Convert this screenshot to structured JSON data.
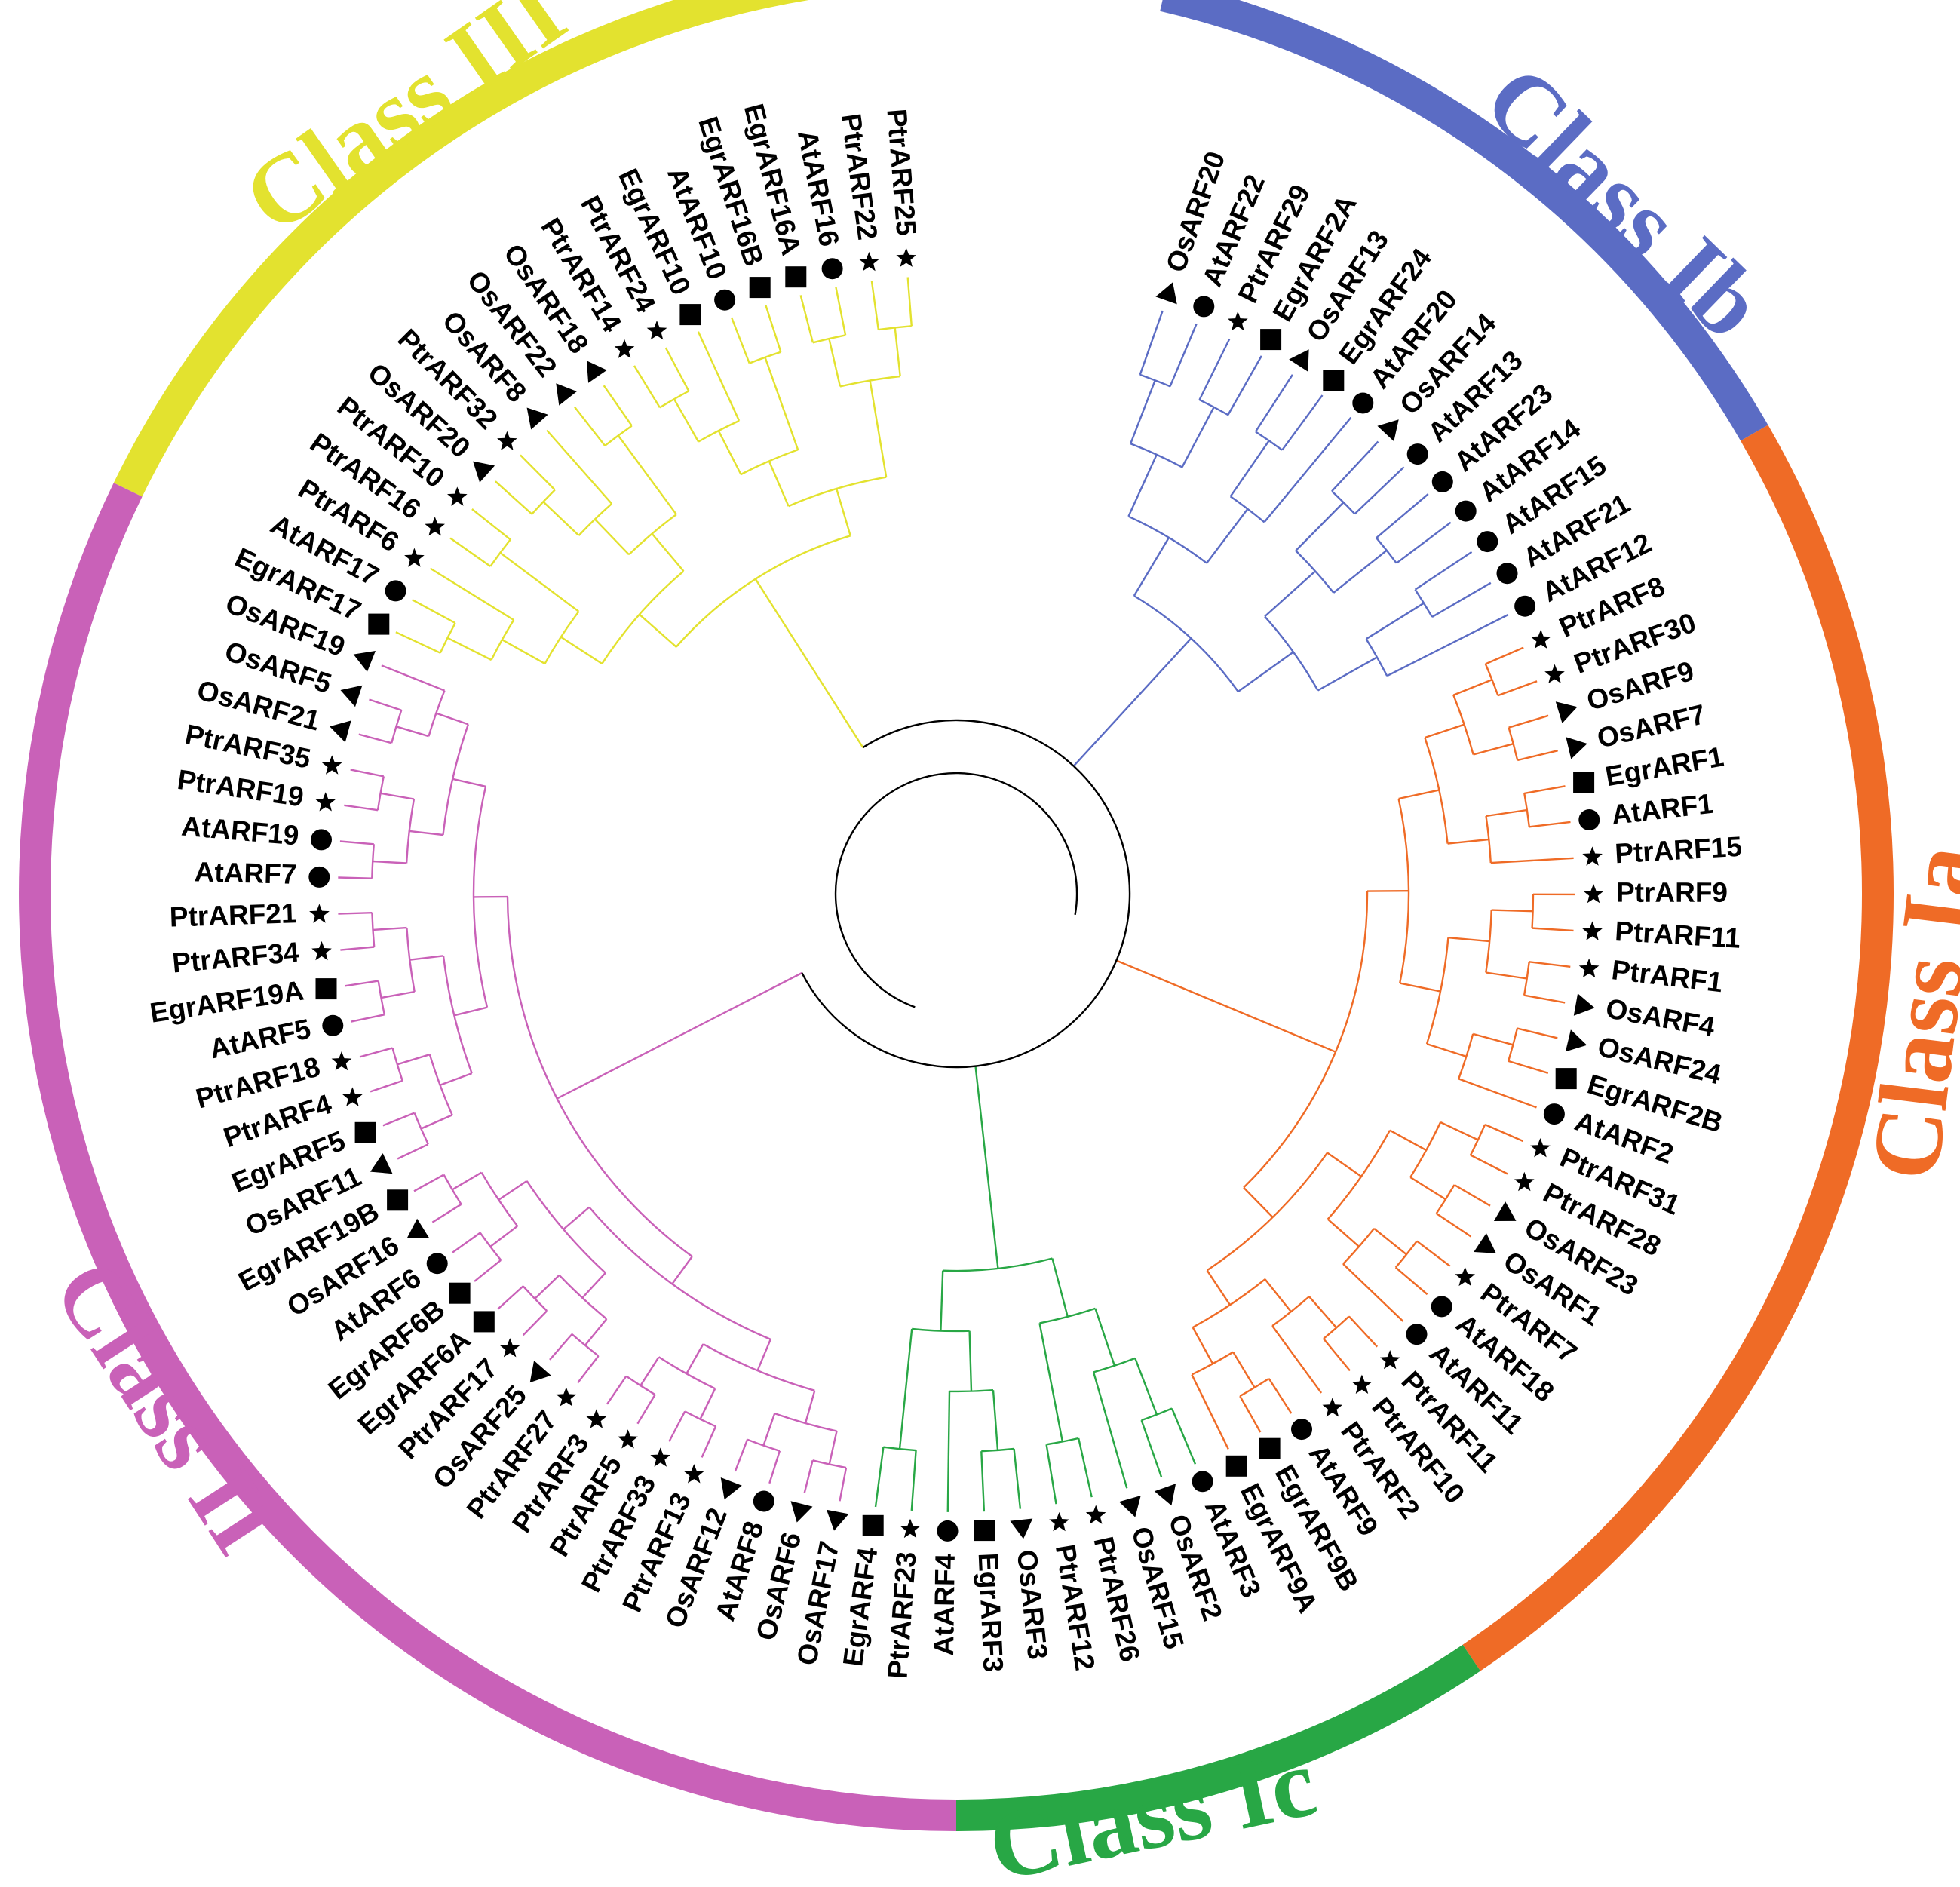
{
  "classes": [
    {
      "id": "ib",
      "label": "Class Ib",
      "color": "#5b6cc4"
    },
    {
      "id": "ia",
      "label": "Class Ia",
      "color": "#ef6b26"
    },
    {
      "id": "ic",
      "label": "Class Ic",
      "color": "#28a745"
    },
    {
      "id": "ii",
      "label": "Class II",
      "color": "#c961b8"
    },
    {
      "id": "iii",
      "label": "Class III",
      "color": "#e3e22f"
    }
  ],
  "marker_legend": {
    "Os": "triangle",
    "At": "circle",
    "Ptr": "star",
    "Egr": "square"
  },
  "leaves": [
    {
      "name": "OsARF20",
      "cls": "ib"
    },
    {
      "name": "AtARF22",
      "cls": "ib"
    },
    {
      "name": "PtrARF29",
      "cls": "ib"
    },
    {
      "name": "EgrARF2A",
      "cls": "ib"
    },
    {
      "name": "OsARF13",
      "cls": "ib"
    },
    {
      "name": "EgrARF24",
      "cls": "ib"
    },
    {
      "name": "AtARF20",
      "cls": "ib"
    },
    {
      "name": "OsARF14",
      "cls": "ib"
    },
    {
      "name": "AtARF13",
      "cls": "ib"
    },
    {
      "name": "AtARF23",
      "cls": "ib"
    },
    {
      "name": "AtARF14",
      "cls": "ib"
    },
    {
      "name": "AtARF15",
      "cls": "ib"
    },
    {
      "name": "AtARF21",
      "cls": "ib"
    },
    {
      "name": "AtARF12",
      "cls": "ib"
    },
    {
      "name": "PtrARF8",
      "cls": "ia"
    },
    {
      "name": "PtrARF30",
      "cls": "ia"
    },
    {
      "name": "OsARF9",
      "cls": "ia"
    },
    {
      "name": "OsARF7",
      "cls": "ia"
    },
    {
      "name": "EgrARF1",
      "cls": "ia"
    },
    {
      "name": "AtARF1",
      "cls": "ia"
    },
    {
      "name": "PtrARF15",
      "cls": "ia"
    },
    {
      "name": "PtrARF9",
      "cls": "ia"
    },
    {
      "name": "PtrARF11",
      "cls": "ia"
    },
    {
      "name": "PtrARF1",
      "cls": "ia"
    },
    {
      "name": "OsARF4",
      "cls": "ia"
    },
    {
      "name": "OsARF24",
      "cls": "ia"
    },
    {
      "name": "EgrARF2B",
      "cls": "ia"
    },
    {
      "name": "AtARF2",
      "cls": "ia"
    },
    {
      "name": "PtrARF31",
      "cls": "ia"
    },
    {
      "name": "PtrARF28",
      "cls": "ia"
    },
    {
      "name": "OsARF23",
      "cls": "ia"
    },
    {
      "name": "OsARF1",
      "cls": "ia"
    },
    {
      "name": "PtrARF7",
      "cls": "ia"
    },
    {
      "name": "AtARF18",
      "cls": "ia"
    },
    {
      "name": "AtARF11",
      "cls": "ia"
    },
    {
      "name": "PtrARF11",
      "cls": "ia"
    },
    {
      "name": "PtrARF10",
      "cls": "ia"
    },
    {
      "name": "PtrARF2",
      "cls": "ia"
    },
    {
      "name": "AtARF9",
      "cls": "ia"
    },
    {
      "name": "EgrARF9B",
      "cls": "ia"
    },
    {
      "name": "EgrARF9A",
      "cls": "ia"
    },
    {
      "name": "AtARF3",
      "cls": "ic"
    },
    {
      "name": "OsARF2",
      "cls": "ic"
    },
    {
      "name": "OsARF15",
      "cls": "ic"
    },
    {
      "name": "PtrARF26",
      "cls": "ic"
    },
    {
      "name": "PtrARF12",
      "cls": "ic"
    },
    {
      "name": "OsARF3",
      "cls": "ic"
    },
    {
      "name": "EgrARF3",
      "cls": "ic"
    },
    {
      "name": "AtARF4",
      "cls": "ic"
    },
    {
      "name": "PtrARF23",
      "cls": "ic"
    },
    {
      "name": "EgrARF4",
      "cls": "ic"
    },
    {
      "name": "OsARF17",
      "cls": "ii"
    },
    {
      "name": "OsARF6",
      "cls": "ii"
    },
    {
      "name": "AtARF8",
      "cls": "ii"
    },
    {
      "name": "OsARF12",
      "cls": "ii"
    },
    {
      "name": "PtrARF13",
      "cls": "ii"
    },
    {
      "name": "PtrARF33",
      "cls": "ii"
    },
    {
      "name": "PtrARF5",
      "cls": "ii"
    },
    {
      "name": "PtrARF3",
      "cls": "ii"
    },
    {
      "name": "PtrARF27",
      "cls": "ii"
    },
    {
      "name": "OsARF25",
      "cls": "ii"
    },
    {
      "name": "PtrARF17",
      "cls": "ii"
    },
    {
      "name": "EgrARF6A",
      "cls": "ii"
    },
    {
      "name": "EgrARF6B",
      "cls": "ii"
    },
    {
      "name": "AtARF6",
      "cls": "ii"
    },
    {
      "name": "OsARF16",
      "cls": "ii"
    },
    {
      "name": "EgrARF19B",
      "cls": "ii"
    },
    {
      "name": "OsARF11",
      "cls": "ii"
    },
    {
      "name": "EgrARF5",
      "cls": "ii"
    },
    {
      "name": "PtrARF4",
      "cls": "ii"
    },
    {
      "name": "PtrARF18",
      "cls": "ii"
    },
    {
      "name": "AtARF5",
      "cls": "ii"
    },
    {
      "name": "EgrARF19A",
      "cls": "ii"
    },
    {
      "name": "PtrARF34",
      "cls": "ii"
    },
    {
      "name": "PtrARF21",
      "cls": "ii"
    },
    {
      "name": "AtARF7",
      "cls": "ii"
    },
    {
      "name": "AtARF19",
      "cls": "ii"
    },
    {
      "name": "PtrARF19",
      "cls": "ii"
    },
    {
      "name": "PtrARF35",
      "cls": "ii"
    },
    {
      "name": "OsARF21",
      "cls": "ii"
    },
    {
      "name": "OsARF5",
      "cls": "ii"
    },
    {
      "name": "OsARF19",
      "cls": "ii"
    },
    {
      "name": "EgrARF17",
      "cls": "iii"
    },
    {
      "name": "AtARF17",
      "cls": "iii"
    },
    {
      "name": "PtrARF6",
      "cls": "iii"
    },
    {
      "name": "PtrARF16",
      "cls": "iii"
    },
    {
      "name": "PtrARF10",
      "cls": "iii"
    },
    {
      "name": "OsARF20",
      "cls": "iii"
    },
    {
      "name": "PtrARF32",
      "cls": "iii"
    },
    {
      "name": "OsARF8",
      "cls": "iii"
    },
    {
      "name": "OsARF22",
      "cls": "iii"
    },
    {
      "name": "OsARF18",
      "cls": "iii"
    },
    {
      "name": "PtrARF14",
      "cls": "iii"
    },
    {
      "name": "PtrARF24",
      "cls": "iii"
    },
    {
      "name": "EgrARF10",
      "cls": "iii"
    },
    {
      "name": "AtARF10",
      "cls": "iii"
    },
    {
      "name": "EgrARF16B",
      "cls": "iii"
    },
    {
      "name": "EgrARF16A",
      "cls": "iii"
    },
    {
      "name": "AtARF16",
      "cls": "iii"
    },
    {
      "name": "PtrARF22",
      "cls": "iii"
    },
    {
      "name": "PtrARF25",
      "cls": "iii"
    }
  ]
}
